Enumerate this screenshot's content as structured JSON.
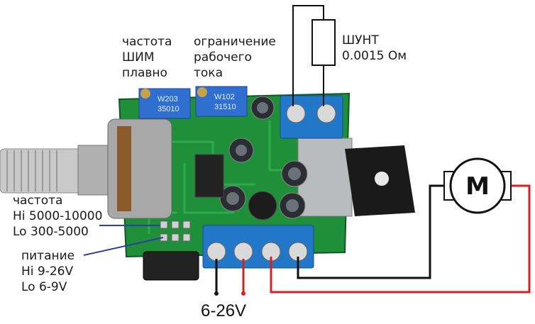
{
  "labels": {
    "pwm_freq": [
      "частота",
      "ШИМ",
      "плавно"
    ],
    "current_limit": [
      "ограничение",
      "рабочего",
      "тока"
    ],
    "shunt": [
      "ШУНТ",
      "0.0015 Ом"
    ],
    "freq_mode": [
      "частота",
      "Hi 5000-10000",
      "Lo 300-5000"
    ],
    "power_mode": [
      "питание",
      "Hi 9-26V",
      "Lo 6-9V"
    ],
    "supply_voltage": "6-26V"
  },
  "components": {
    "trimmer_left_code": [
      "W203",
      "35010"
    ],
    "trimmer_right_code": [
      "W102",
      "31510"
    ],
    "motor_letter": "M"
  },
  "colors": {
    "pcb": "#1f8f3a",
    "terminal": "#2377c9",
    "wire_black": "#111111",
    "wire_red": "#d42020",
    "wire_blue": "#2b3ea8"
  }
}
